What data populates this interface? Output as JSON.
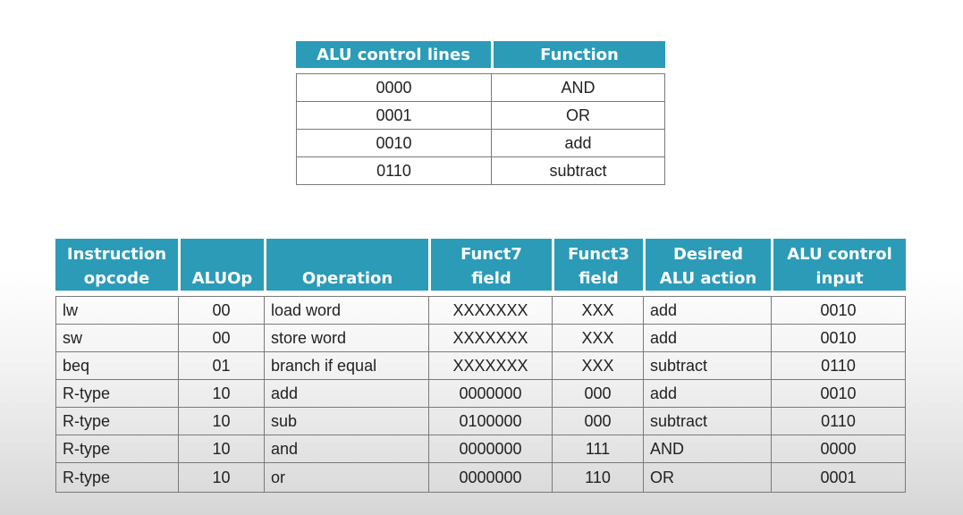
{
  "control_table": {
    "headers": [
      "ALU control lines",
      "Function"
    ],
    "rows": [
      [
        "0000",
        "AND"
      ],
      [
        "0001",
        "OR"
      ],
      [
        "0010",
        "add"
      ],
      [
        "0110",
        "subtract"
      ]
    ]
  },
  "opcode_table": {
    "headers": [
      [
        "Instruction",
        "opcode"
      ],
      [
        "",
        "ALUOp"
      ],
      [
        "",
        "Operation"
      ],
      [
        "Funct7",
        "field"
      ],
      [
        "Funct3",
        "field"
      ],
      [
        "Desired",
        "ALU action"
      ],
      [
        "ALU control",
        "input"
      ]
    ],
    "rows": [
      [
        "lw",
        "00",
        "load word",
        "XXXXXXX",
        "XXX",
        "add",
        "0010"
      ],
      [
        "sw",
        "00",
        "store word",
        "XXXXXXX",
        "XXX",
        "add",
        "0010"
      ],
      [
        "beq",
        "01",
        "branch if equal",
        "XXXXXXX",
        "XXX",
        "subtract",
        "0110"
      ],
      [
        "R-type",
        "10",
        "add",
        "0000000",
        "000",
        "add",
        "0010"
      ],
      [
        "R-type",
        "10",
        "sub",
        "0100000",
        "000",
        "subtract",
        "0110"
      ],
      [
        "R-type",
        "10",
        "and",
        "0000000",
        "111",
        "AND",
        "0000"
      ],
      [
        "R-type",
        "10",
        "or",
        "0000000",
        "110",
        "OR",
        "0001"
      ]
    ]
  }
}
